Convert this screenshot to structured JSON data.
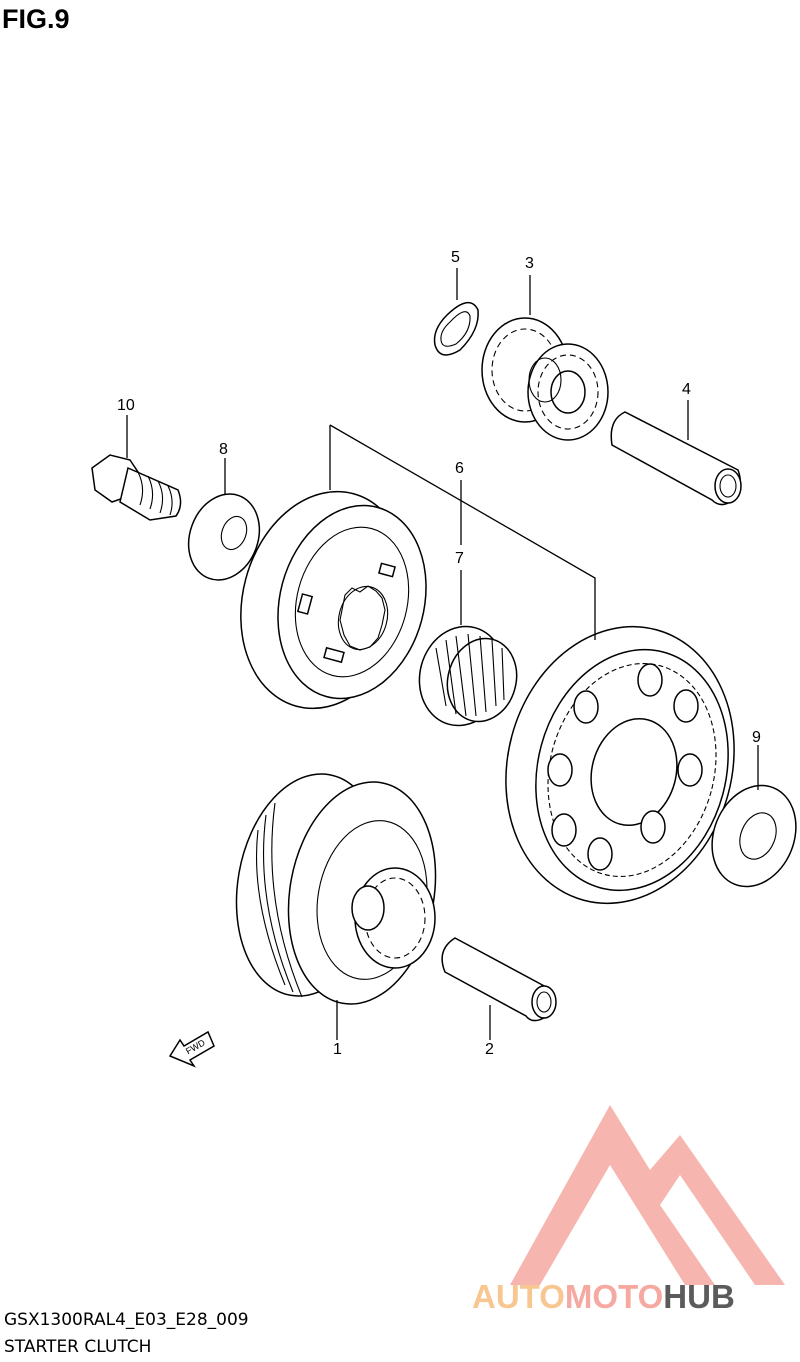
{
  "figure": {
    "title": "FIG.9"
  },
  "callouts": [
    {
      "id": "5",
      "label": "5"
    },
    {
      "id": "3",
      "label": "3"
    },
    {
      "id": "4",
      "label": "4"
    },
    {
      "id": "10",
      "label": "10"
    },
    {
      "id": "8",
      "label": "8"
    },
    {
      "id": "6",
      "label": "6"
    },
    {
      "id": "7",
      "label": "7"
    },
    {
      "id": "9",
      "label": "9"
    },
    {
      "id": "1",
      "label": "1"
    },
    {
      "id": "2",
      "label": "2"
    }
  ],
  "fwd_arrow": {
    "label": "FWD"
  },
  "footer": {
    "model_code": "GSX1300RAL4_E03_E28_009",
    "section_name": "STARTER CLUTCH"
  },
  "watermark": {
    "parts": [
      "AUTO",
      "MOTO",
      "HUB"
    ],
    "colors": {
      "auto": "#f8c690",
      "moto": "#f5a9a1",
      "hub": "#5b5b5b",
      "logo": "#f5a9a1"
    }
  }
}
